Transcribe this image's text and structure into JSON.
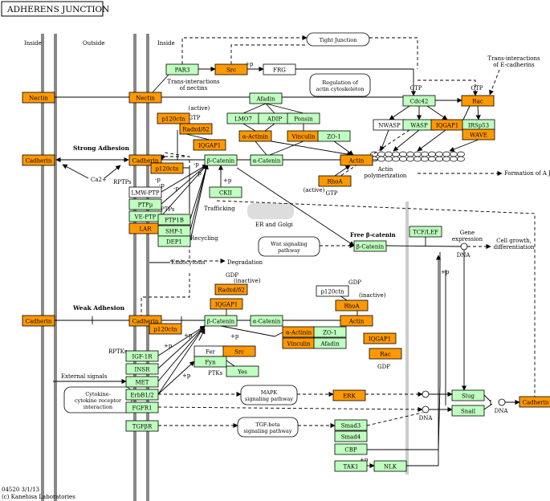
{
  "title": "ADHERENS JUNCTION",
  "footer": {
    "code": "04520 3/1/13",
    "copyright": "(c) Kanehisa Laboratories"
  },
  "colors": {
    "orange": "#ff9900",
    "green": "#bfffbf",
    "white": "#ffffff",
    "membrane": "#888888",
    "dna": "#cccccc",
    "border": "#000000"
  },
  "labels": {
    "inside_left": "Inside",
    "outside": "Outside",
    "inside_right": "Inside",
    "strong_adhesion": "Strong Adhesion",
    "weak_adhesion": "Weak Adhesion",
    "ca2": "Ca2+",
    "rptps": "RPTPs",
    "ptps": "PTPs",
    "rptks": "RPTKs",
    "trafficking": "Trafficking",
    "er_golgi": "ER and Golgi",
    "recycling": "Recycling",
    "endocytosis": "Endocytosis",
    "degradation": "Degradation",
    "trans_nectins": "Trans-interactions\nof nectins",
    "trans_ecad": "Trans-interactions\nof E-cadherins",
    "active1": "(active)",
    "gtp1": "GTP",
    "gtp_cdc42": "GTP",
    "gtp_rac": "GTP",
    "active_rhoa": "(active)",
    "gtp_rhoa": "GTP",
    "actin_poly": "Actin\npolymerization",
    "formation": "Formation of A Js",
    "free_bcat": "Free β-catenin",
    "gene_expr": "Gene\nexpression",
    "cell_growth": "Cell growth,\ndifferentiation",
    "dna1": "DNA",
    "dna2": "DNA",
    "dna3": "DNA",
    "gdp1": "GDP",
    "inactive1": "(inactive)",
    "gdp2": "GDP",
    "inactive2": "(inactive)",
    "gdp3": "GDP",
    "ptks": "PTKs",
    "external": "External signals",
    "plus_p": "+p",
    "minus_p": "-p"
  },
  "pathways": {
    "tight_junction": "Tight Junction",
    "actin_reg": "Regulation of\nactin cytoskeleton",
    "wnt": "Wnt signaling\npathway",
    "mapk": "MAPK\nsignaling pathway",
    "tgfb": "TGF-beta\nsignaling pathway",
    "cytokine": "Cytokine-\ncytokine receptor\ninteraction"
  },
  "nodes": {
    "nectin_l": "Nectin",
    "nectin_r": "Nectin",
    "cadherin_l1": "Cadherin",
    "cadherin_r1": "Cadherin",
    "cadherin_l2": "Cadherin",
    "cadherin_r2": "Cadherin",
    "cadherin_far": "Cadherin",
    "par3": "PAR3",
    "src1": "Src",
    "frg": "FRG",
    "afadin1": "Afadin",
    "lmo7": "LMO7",
    "adip": "ADIP",
    "ponsin": "Ponsin",
    "a_actinin1": "α-Actinin",
    "vinculin1": "Vinculin",
    "zo1_1": "ZO-1",
    "a_catenin1": "α-Catenin",
    "actin1": "Actin",
    "rhoa1": "RhoA",
    "p120ctn1": "p120ctn",
    "radixdel": "Radxd/δ2",
    "iqgap1_1": "IQGAP1",
    "p120ctn2": "p120ctn",
    "b_catenin1": "β-Catenin",
    "ckii": "CKII",
    "lmwptp": "LMW-PTP",
    "ptpmu": "PTPμ",
    "veptp": "VE-PTP",
    "lar": "LAR",
    "ptp1b": "PTP1B",
    "shp1": "SHP-1",
    "dep1": "DEP1",
    "cdc42": "Cdc42",
    "rac": "Rac",
    "nwasp": "NWASP",
    "wasp": "WASP",
    "iqgap1_2": "IQGAP1",
    "irsp53": "IRSp53",
    "wave": "WAVE",
    "tcf_lef": "TCF/LEF",
    "b_catenin_free": "β-Catenin",
    "radixdel2": "Radxd/δ2",
    "iqgap1_3": "IQGAP1",
    "p120ctn3": "p120ctn",
    "rhoa2": "RhoA",
    "p120ctn4": "p120ctn",
    "b_catenin2": "β-Catenin",
    "a_catenin2": "α-Catenin",
    "actin2": "Actin",
    "a_actinin2": "α-Actinin",
    "zo1_2": "ZO-1",
    "vinculin2": "Vinculin",
    "afadin2": "Afadin",
    "iqgap1_4": "IQGAP1",
    "rac2": "Rac",
    "fer": "Fer",
    "src2": "Src",
    "fyn": "Fyn",
    "yes": "Yes",
    "igf1r": "IGF-1R",
    "insr": "INSR",
    "met": "MET",
    "erbb12": "ErbB1/2",
    "fgfr1": "FGFR1",
    "tgfbr": "TGFβR",
    "erk": "ERK",
    "smad3": "Smad3",
    "smad4": "Smad4",
    "cbp": "CBP",
    "tak1": "TAK1",
    "nlk": "NLK",
    "slug": "Slug",
    "snail": "Snail"
  }
}
